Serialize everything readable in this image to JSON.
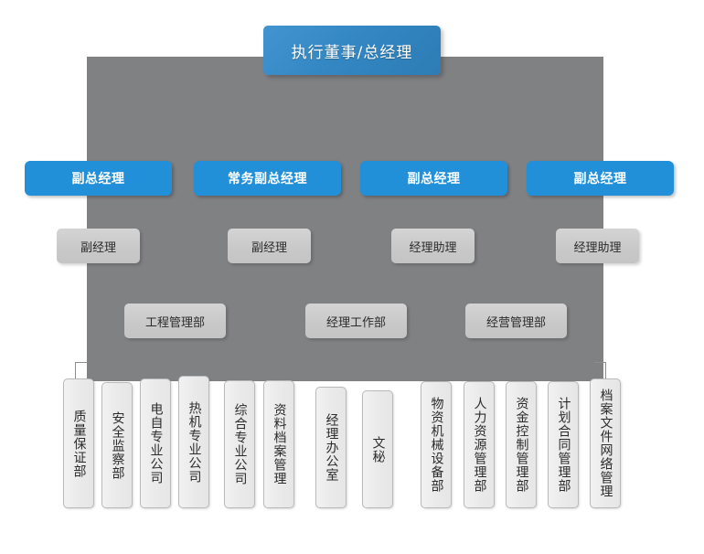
{
  "colors": {
    "backdrop": "#808183",
    "exec_blue": "#3387c3",
    "vp_blue": "#2190d9",
    "gray_box": "#c9c9c9",
    "unit_box": "#eaeaea",
    "connector": "#8d8d8d",
    "text_light": "#ffffff",
    "text_dark": "#2b2b2b"
  },
  "chart_data": {
    "type": "diagram",
    "title": "",
    "levels": [
      {
        "level": 1,
        "nodes": [
          {
            "label": "执行董事/总经理"
          }
        ]
      },
      {
        "level": 2,
        "nodes": [
          {
            "label": "副总经理"
          },
          {
            "label": "常务副总经理"
          },
          {
            "label": "副总经理"
          },
          {
            "label": "副总经理"
          }
        ]
      },
      {
        "level": 3,
        "nodes": [
          {
            "label": "副经理"
          },
          {
            "label": "副经理"
          },
          {
            "label": "经理助理"
          },
          {
            "label": "经理助理"
          }
        ]
      },
      {
        "level": 4,
        "nodes": [
          {
            "label": "工程管理部"
          },
          {
            "label": "经理工作部"
          },
          {
            "label": "经营管理部"
          }
        ]
      },
      {
        "level": 5,
        "nodes": [
          {
            "label": "质量保证部"
          },
          {
            "label": "安全监察部"
          },
          {
            "label": "电自专业公司"
          },
          {
            "label": "热机专业公司"
          },
          {
            "label": "综合专业公司"
          },
          {
            "label": "资料档案管理"
          },
          {
            "label": "经理办公室"
          },
          {
            "label": "文秘"
          },
          {
            "label": "物资机械设备部"
          },
          {
            "label": "人力资源管理部"
          },
          {
            "label": "资金控制管理部"
          },
          {
            "label": "计划合同管理部"
          },
          {
            "label": "档案文件网络管理"
          }
        ]
      }
    ]
  },
  "executive": {
    "label": "执行董事/总经理"
  },
  "vps": [
    {
      "label": "副总经理"
    },
    {
      "label": "常务副总经理"
    },
    {
      "label": "副总经理"
    },
    {
      "label": "副总经理"
    }
  ],
  "assistants": [
    {
      "label": "副经理"
    },
    {
      "label": "副经理"
    },
    {
      "label": "经理助理"
    },
    {
      "label": "经理助理"
    }
  ],
  "departments": [
    {
      "label": "工程管理部"
    },
    {
      "label": "经理工作部"
    },
    {
      "label": "经营管理部"
    }
  ],
  "units": [
    {
      "label": "质量保证部"
    },
    {
      "label": "安全监察部"
    },
    {
      "label": "电自专业公司"
    },
    {
      "label": "热机专业公司"
    },
    {
      "label": "综合专业公司"
    },
    {
      "label": "资料档案管理"
    },
    {
      "label": "经理办公室"
    },
    {
      "label": "文秘"
    },
    {
      "label": "物资机械设备部"
    },
    {
      "label": "人力资源管理部"
    },
    {
      "label": "资金控制管理部"
    },
    {
      "label": "计划合同管理部"
    },
    {
      "label": "档案文件网络管理"
    }
  ]
}
